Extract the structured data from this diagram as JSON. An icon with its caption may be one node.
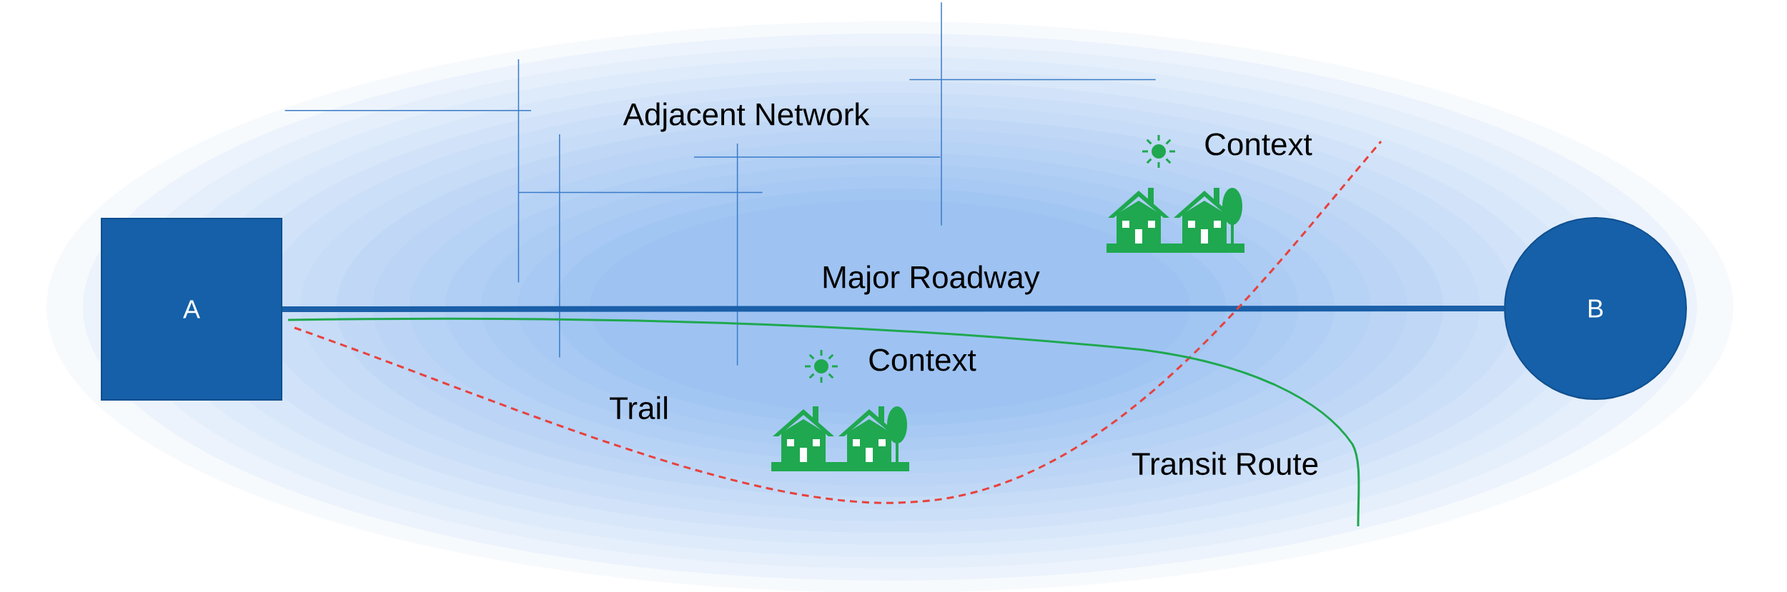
{
  "diagram": {
    "nodes": [
      {
        "text": [
          "A"
        ]
      },
      {
        "text": [
          "B"
        ]
      }
    ],
    "edges": [
      {
        "from": 0,
        "to": 1,
        "arrow": "none",
        "label": "Major Roadway",
        "style": "thick"
      },
      {
        "from": 0,
        "to": null,
        "arrow": "none",
        "label": "Trail",
        "style": "dashed",
        "color": "#e8413c"
      },
      {
        "from": 0,
        "to": null,
        "arrow": "none",
        "label": "Transit Route",
        "color": "#1fa84f"
      }
    ],
    "labels": [
      "Adjacent Network",
      "Context",
      "Context"
    ]
  }
}
